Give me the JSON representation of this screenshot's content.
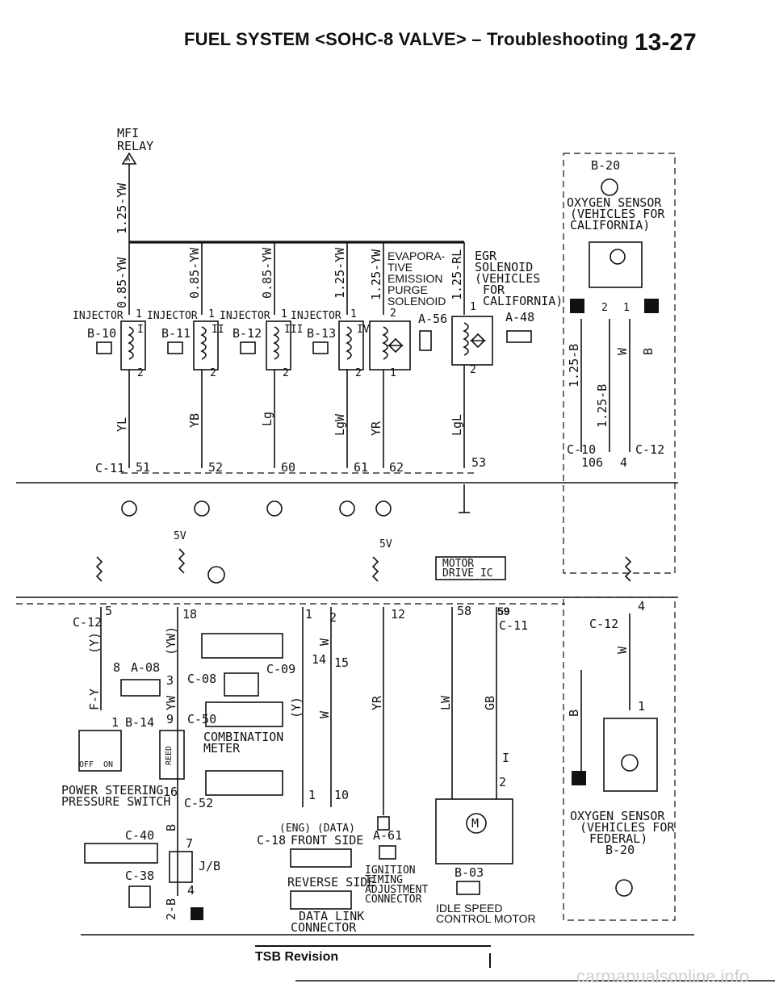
{
  "header": {
    "title": "FUEL SYSTEM <SOHC-8 VALVE> – Troubleshooting",
    "page_number": "13-27"
  },
  "relay": {
    "line1": "MFI",
    "line2": "RELAY",
    "pin": "A"
  },
  "wires": {
    "main": "1.25-YW",
    "branch": "0.85-YW",
    "branch2": "1.25-YW",
    "egr": "1.25-RL",
    "yl": "YL",
    "yb": "YB",
    "lg": "Lg",
    "lgw": "LgW",
    "yr": "YR",
    "lgl": "LgL",
    "b125a": "1.25-B",
    "b125b": "1.25-B",
    "b": "B",
    "w": "W",
    "y": "(Y)",
    "yw": "(YW)",
    "fy": "F-Y",
    "gb": "GB",
    "lw": "LW",
    "yr2": "YR",
    "w2": "W",
    "y2": "(Y)",
    "yw2": "YW",
    "b2": "B",
    "b3": "B",
    "b4": "B",
    "b2b": "2-B",
    "reed": "REED"
  },
  "injectors": [
    {
      "label": "INJECTOR",
      "num": "1",
      "pin": "I",
      "conn": "B-10",
      "p2": "2",
      "ecu": "51"
    },
    {
      "label": "INJECTOR",
      "num": "1",
      "pin": "II",
      "conn": "B-11",
      "p2": "2",
      "ecu": "52"
    },
    {
      "label": "INJECTOR",
      "num": "1",
      "pin": "III",
      "conn": "B-12",
      "p2": "2",
      "ecu": "60"
    },
    {
      "label": "INJECTOR",
      "num": "1",
      "pin": "IV",
      "conn": "B-13",
      "p2": "2",
      "ecu": "61"
    }
  ],
  "evap": {
    "name": [
      "EVAPORA-",
      "TIVE",
      "EMISSION",
      "PURGE",
      "SOLENOID"
    ],
    "conn": "A-56",
    "p1": "2",
    "p2": "1",
    "ecu": "62"
  },
  "egr": {
    "name": [
      "EGR",
      "SOLENOID",
      "(VEHICLES",
      "FOR",
      "CALIFORNIA)"
    ],
    "conn": "A-48",
    "p1": "1",
    "p2": "2",
    "ecu": "53"
  },
  "o2_top": {
    "conn": "B-20",
    "name": [
      "OXYGEN SENSOR",
      "(VEHICLES FOR",
      "CALIFORNIA)"
    ],
    "c10": "C-10",
    "c12": "C-12",
    "p106": "106",
    "p4": "4",
    "p2": "2",
    "p1": "1"
  },
  "o2_bot": {
    "name": [
      "OXYGEN SENSOR",
      "(VEHICLES FOR",
      "FEDERAL)"
    ],
    "conn": "B-20",
    "c12": "C-12",
    "p4": "4",
    "p1": "1"
  },
  "ecu_conn": {
    "c11": "C-11",
    "c12": "C-12"
  },
  "lower": {
    "v5a": "5V",
    "v5b": "5V",
    "c12": "C-12",
    "p5": "5",
    "p18": "18",
    "p1": "1",
    "p2": "2",
    "p12": "12",
    "p58": "58",
    "p59": "59",
    "c11": "C-11",
    "a08": "A-08",
    "p8": "8",
    "b14": "B-14",
    "p1b": "1",
    "c08": "C-08",
    "p3": "3",
    "c09": "C-09",
    "p14": "14",
    "p15": "15",
    "c50": "C-50",
    "p9": "9",
    "combo": [
      "COMBINATION",
      "METER"
    ],
    "c52": "C-52",
    "p16": "16",
    "p1c": "1",
    "p10": "10",
    "ps": [
      "POWER STEERING",
      "PRESSURE SWITCH"
    ],
    "off": "OFF",
    "on": "ON",
    "c40": "C-40",
    "c38": "C-38",
    "p7": "7",
    "jb": "J/B",
    "p4b": "4",
    "c18": "C-18",
    "eng": "(ENG) (DATA)",
    "front": "FRONT SIDE",
    "reverse": "REVERSE SIDE",
    "dlc": [
      "DATA LINK",
      "CONNECTOR"
    ],
    "a61": "A-61",
    "ign": [
      "IGNITION",
      "TIMING",
      "ADJUSTMENT",
      "CONNECTOR"
    ],
    "b03": "B-03",
    "isc": [
      "IDLE SPEED",
      "CONTROL MOTOR"
    ],
    "motor_ic": [
      "MOTOR",
      "DRIVE IC"
    ],
    "m": "M",
    "roman1": "I",
    "p2d": "2"
  },
  "footer": {
    "tsb": "TSB Revision"
  },
  "watermark": "carmanualsonline.info"
}
